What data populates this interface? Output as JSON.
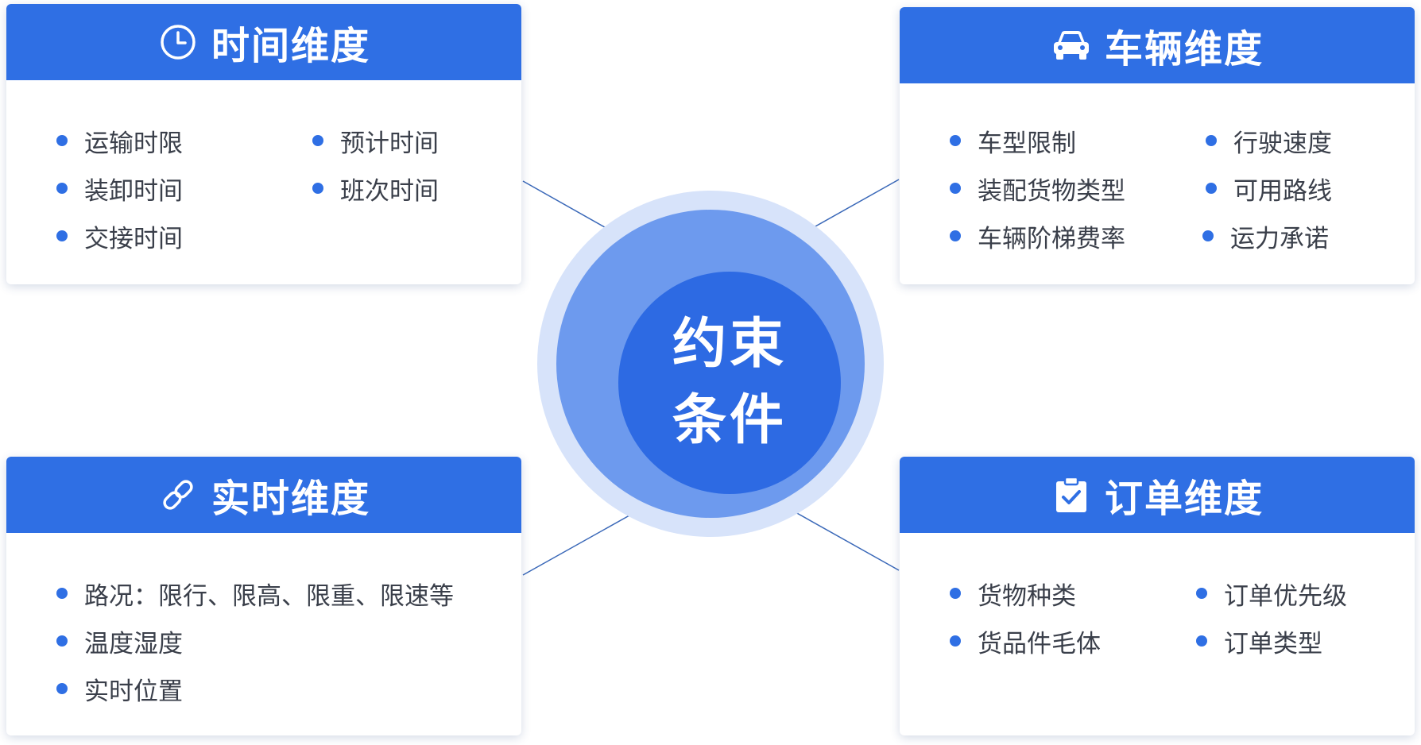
{
  "center": {
    "line1": "约束",
    "line2": "条件"
  },
  "colors": {
    "primary": "#2f6fe4",
    "ring_outer": "#d7e3fa",
    "ring_middle": "#6d9aee",
    "ring_inner": "#2d6ae3",
    "connector": "#3a68b8"
  },
  "cards": {
    "time": {
      "title": "时间维度",
      "icon": "clock-icon",
      "items": [
        "运输时限",
        "预计时间",
        "装卸时间",
        "班次时间",
        "交接时间"
      ]
    },
    "vehicle": {
      "title": "车辆维度",
      "icon": "car-icon",
      "items": [
        "车型限制",
        "行驶速度",
        "装配货物类型",
        "可用路线",
        "车辆阶梯费率",
        "运力承诺"
      ]
    },
    "realtime": {
      "title": "实时维度",
      "icon": "link-icon",
      "items": [
        "路况：限行、限高、限重、限速等",
        "温度湿度",
        "实时位置"
      ]
    },
    "order": {
      "title": "订单维度",
      "icon": "clipboard-check-icon",
      "items": [
        "货物种类",
        "订单优先级",
        "货品件毛体",
        "订单类型"
      ]
    }
  }
}
